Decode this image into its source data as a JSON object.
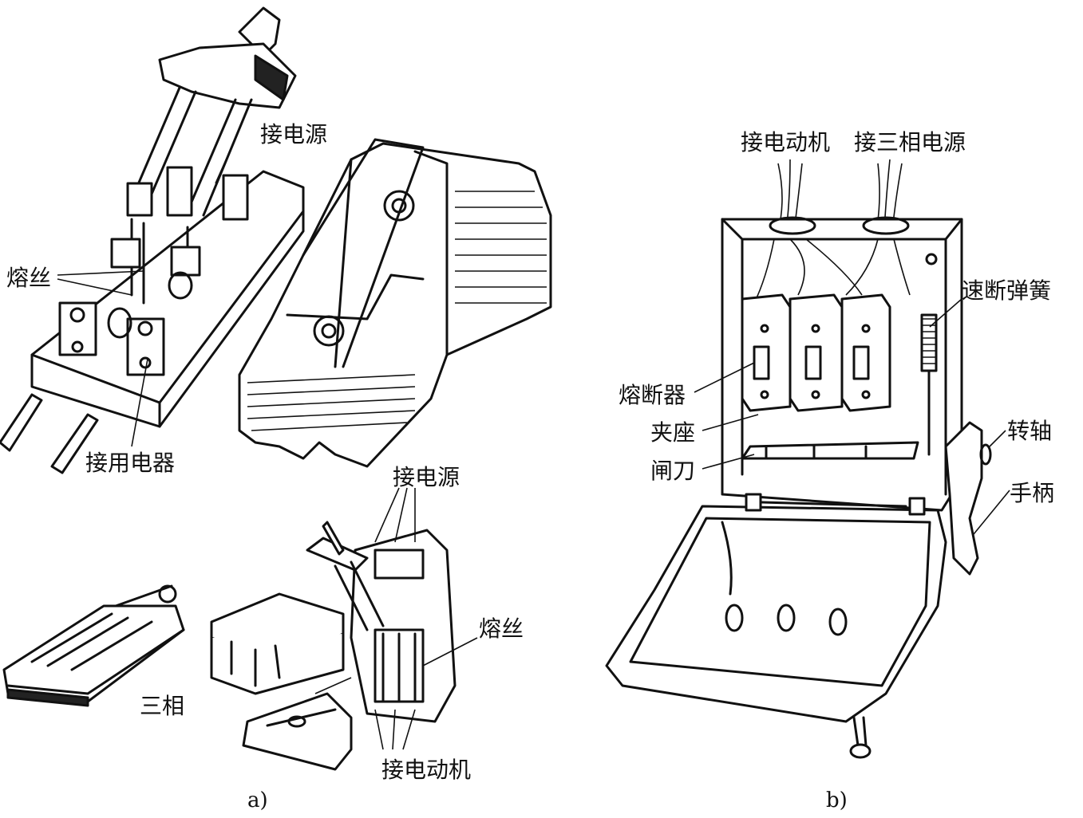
{
  "figure_a": {
    "caption": "a)",
    "labels": {
      "power_top": "接电源",
      "fuse_wire_left": "熔丝",
      "load": "接用电器",
      "three_phase": "三相",
      "power_bottom": "接电源",
      "fuse_wire_right": "熔丝",
      "motor": "接电动机"
    }
  },
  "figure_b": {
    "caption": "b)",
    "labels": {
      "motor": "接电动机",
      "three_phase_power": "接三相电源",
      "spring": "速断弹簧",
      "fuse": "熔断器",
      "clip_seat": "夹座",
      "blade": "闸刀",
      "shaft": "转轴",
      "handle": "手柄"
    }
  }
}
